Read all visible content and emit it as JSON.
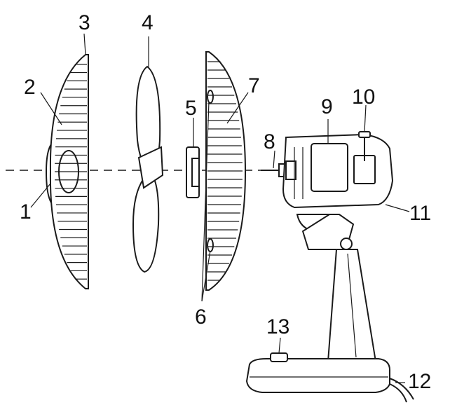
{
  "diagram": {
    "type": "exploded-view",
    "subject": "desk-fan",
    "line_color": "#1a1a1a",
    "background_color": "#ffffff",
    "parts": [
      {
        "number": "1"
      },
      {
        "number": "2"
      },
      {
        "number": "3"
      },
      {
        "number": "4"
      },
      {
        "number": "5"
      },
      {
        "number": "6"
      },
      {
        "number": "7"
      },
      {
        "number": "8"
      },
      {
        "number": "9"
      },
      {
        "number": "10"
      },
      {
        "number": "11"
      },
      {
        "number": "12"
      },
      {
        "number": "13"
      }
    ]
  }
}
